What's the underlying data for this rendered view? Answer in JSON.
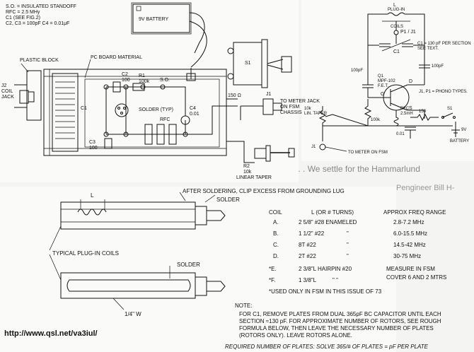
{
  "top_left": {
    "legend": [
      "S.O. = INSULATED STANDOFF",
      "RFC = 2.5 MHy",
      "C1 (SEE FIG.2)",
      "C2, C3 = 100pF  C4 = 0.01μF"
    ],
    "battery": "9V BATTERY",
    "plastic_block": "PLASTIC BLOCK",
    "pc_board": "PC BOARD MATERIAL",
    "coil_jack": [
      "J2",
      "COIL",
      "JACK"
    ],
    "c1": "C1",
    "c2": [
      "C2",
      "100"
    ],
    "c3": [
      "C3",
      "100"
    ],
    "c4": [
      "C4",
      "0.01"
    ],
    "r1": [
      "R1",
      "100k"
    ],
    "so": "S.O.",
    "s1": "S1",
    "solder_typ": "SOLDER (TYP)",
    "rfc": "RFC",
    "r150": "150 Ω",
    "j1": "J1",
    "meter_jack": [
      "TO METER JACK",
      "ON FSM",
      "CHASSIS"
    ],
    "r2": [
      "R2",
      "10k",
      "LINEAR TAPER"
    ]
  },
  "top_right": {
    "plugin_coils": [
      "L",
      "PLUG-IN",
      "COILS"
    ],
    "p1j1": "P1 / J1",
    "c1_note": [
      "C1 = 130 pF PER SECTION",
      "SEE TEXT."
    ],
    "c1": "C1",
    "cap_left": "100pF",
    "cap_right": "100pF",
    "q1": [
      "Q1",
      "MPF-102",
      "F.E.T."
    ],
    "drain": "D",
    "source": "S",
    "gate": "G",
    "phono": "J1, P1 = PHONO TYPES.",
    "pot": [
      "10k",
      "LIN. TAPER"
    ],
    "r100k": "100k",
    "rfc": [
      "RFC",
      "2.5mH"
    ],
    "r150": "150",
    "s1": "S1",
    "cap001": "0.01",
    "battery": [
      "9V",
      "BATTERY"
    ],
    "j1": "J1",
    "meter": "TO METER ON FSM"
  },
  "bottom": {
    "dim_l": "L",
    "after_solder": "AFTER SOLDERING, CLIP EXCESS FROM GROUNDING LUG",
    "solder_1": "SOLDER",
    "solder_2": "SOLDER",
    "typical": "TYPICAL PLUG-IN COILS",
    "quarter_w": "1/4\" W",
    "table": {
      "headers": [
        "COIL",
        "L (OR # TURNS)",
        "APPROX FREQ RANGE"
      ],
      "rows": [
        {
          "coil": "A.",
          "turns": "2 5/8\" #28 ENAMELED",
          "ditto": "",
          "freq": "2.8-7.2 MHz"
        },
        {
          "coil": "B.",
          "turns": "1 1/2\" #22",
          "ditto": "\"",
          "freq": "6.0-15.5 MHz"
        },
        {
          "coil": "C.",
          "turns": "8T #22",
          "ditto": "\"",
          "freq": "14.5-42 MHz"
        },
        {
          "coil": "D.",
          "turns": "2T #22",
          "ditto": "\"",
          "freq": "30-75 MHz"
        },
        {
          "coil": "*E.",
          "turns": "2 3/8\"L HAIRPIN #20",
          "ditto": "",
          "freq": "MEASURE IN FSM"
        },
        {
          "coil": "*F.",
          "turns": "1 3/8\"L",
          "ditto": "\"      \"",
          "freq": "COVER 6 AND 2 MTRS"
        }
      ],
      "footnote": "*USED ONLY IN FSM IN THIS ISSUE OF 73"
    },
    "note_title": "NOTE:",
    "note_lines": [
      "FOR C1, REMOVE PLATES FROM DUAL 365pF BC CAPACITOR UNTIL EACH",
      "SECTION ≈130 pF. FOR APPROXIMATE NUMBER OF ROTORS, SEE ROUGH",
      "FORMULA BELOW, THEN LEAVE THE NECESSARY NUMBER OF PLATES",
      "(ROTORS ONLY). LEAVE ROTORS ALONE."
    ],
    "formula": "REQUIRED NUMBER OF PLATES:  SOLVE  365/# OF PLATES = pF PER PLATE"
  },
  "background_text": {
    "line1": "D from a FM tuner. . . We settle for the Hammarlund",
    "line2": "Pengineer Bill H-"
  },
  "url": "http://www.qsl.net/va3iul/"
}
